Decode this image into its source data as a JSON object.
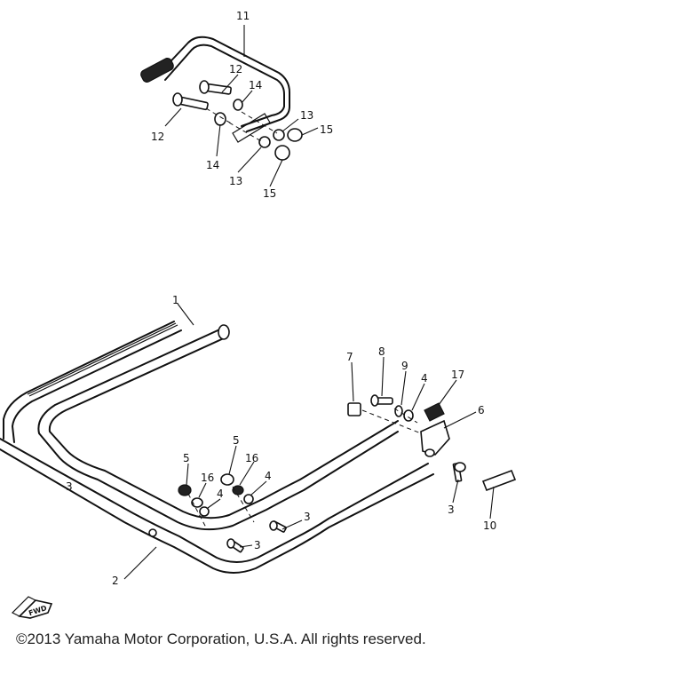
{
  "callouts": [
    {
      "id": "c11a",
      "text": "11"
    },
    {
      "id": "c12a",
      "text": "12"
    },
    {
      "id": "c14a",
      "text": "14"
    },
    {
      "id": "c12b",
      "text": "12"
    },
    {
      "id": "c13a",
      "text": "13"
    },
    {
      "id": "c15a",
      "text": "15"
    },
    {
      "id": "c14b",
      "text": "14"
    },
    {
      "id": "c13b",
      "text": "13"
    },
    {
      "id": "c15b",
      "text": "15"
    },
    {
      "id": "c1",
      "text": "1"
    },
    {
      "id": "c7",
      "text": "7"
    },
    {
      "id": "c8",
      "text": "8"
    },
    {
      "id": "c9",
      "text": "9"
    },
    {
      "id": "c4a",
      "text": "4"
    },
    {
      "id": "c17",
      "text": "17"
    },
    {
      "id": "c6",
      "text": "6"
    },
    {
      "id": "c5a",
      "text": "5"
    },
    {
      "id": "c16a",
      "text": "16"
    },
    {
      "id": "c4b",
      "text": "4"
    },
    {
      "id": "c5b",
      "text": "5"
    },
    {
      "id": "c16b",
      "text": "16"
    },
    {
      "id": "c4c",
      "text": "4"
    },
    {
      "id": "c3a",
      "text": "3"
    },
    {
      "id": "c3b",
      "text": "3"
    },
    {
      "id": "c3c",
      "text": "3"
    },
    {
      "id": "c3d",
      "text": "3"
    },
    {
      "id": "c10",
      "text": "10"
    },
    {
      "id": "c2",
      "text": "2"
    }
  ],
  "fwd_label": "FWD",
  "copyright": "©2013 Yamaha Motor Corporation, U.S.A. All rights reserved."
}
